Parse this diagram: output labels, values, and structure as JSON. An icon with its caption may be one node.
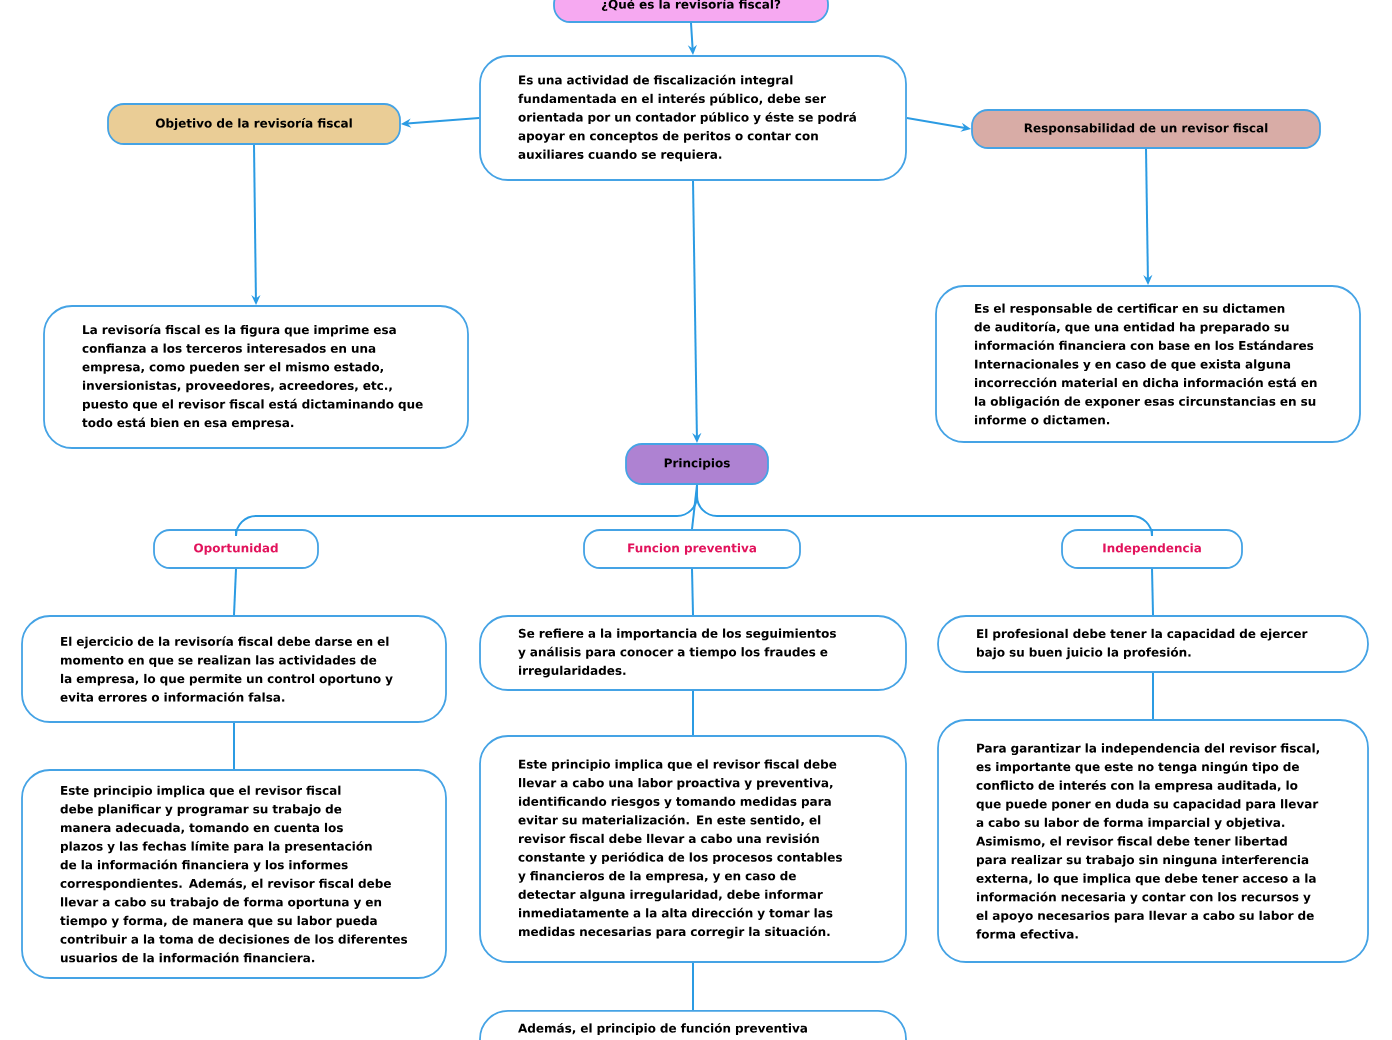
{
  "diagram": {
    "nodes": [
      {
        "text": [
          "¿Qué es la revisoría fiscal?"
        ]
      },
      {
        "text": [
          "Es una actividad de fiscalización integral fundamentada en el interés público, debe ser orientada por un contador público y éste se podrá apoyar en conceptos de peritos o contar con auxiliares cuando se requiera."
        ]
      },
      {
        "text": [
          "Objetivo de la revisoría fiscal"
        ]
      },
      {
        "text": [
          "Responsabilidad de un revisor fiscal"
        ]
      },
      {
        "text": [
          "La revisoría fiscal es la figura que imprime esa confianza a los terceros interesados en una empresa, como pueden ser el mismo estado, inversionistas, proveedores, acreedores, etc., puesto que el revisor fiscal está dictaminando que todo está bien en esa empresa."
        ]
      },
      {
        "text": [
          "Es el responsable de certificar en su dictamen de auditoría, que una entidad ha preparado su información financiera con base en los Estándares Internacionales y en caso de que exista alguna incorrección material en dicha información está en la obligación de exponer esas circunstancias en su informe o dictamen."
        ]
      },
      {
        "text": [
          "Principios"
        ]
      },
      {
        "text": [
          "Oportunidad"
        ]
      },
      {
        "text": [
          "Funcion preventiva"
        ]
      },
      {
        "text": [
          "Independencia"
        ]
      },
      {
        "text": [
          "El ejercicio de la revisoría fiscal debe darse en el momento en que se realizan las actividades de la empresa, lo que permite un control oportuno y evita errores o información falsa."
        ]
      },
      {
        "text": [
          "Este principio implica que el revisor fiscal debe planificar y programar su trabajo de manera adecuada, tomando en cuenta los plazos y las fechas límite para la presentación de la información financiera y los informes correspondientes. Además, el revisor fiscal debe llevar a cabo su trabajo de forma oportuna y en tiempo y forma, de manera que su labor pueda contribuir a la toma de decisiones de los diferentes usuarios de la información financiera."
        ]
      },
      {
        "text": [
          "Se refiere a la importancia de los seguimientos y análisis para conocer a tiempo los fraudes e irregularidades."
        ]
      },
      {
        "text": [
          "Este principio implica que el revisor fiscal debe llevar a cabo una labor proactiva y preventiva, identificando riesgos y tomando medidas para evitar su materialización. En este sentido, el revisor fiscal debe llevar a cabo una revisión constante y periódica de los procesos contables y financieros de la empresa, y en caso de detectar alguna irregularidad, debe informar inmediatamente a la alta dirección y tomar las medidas necesarias para corregir la situación."
        ]
      },
      {
        "text": [
          "Además, el principio de función preventiva"
        ]
      },
      {
        "text": [
          "El profesional debe tener la capacidad de ejercer bajo su buen juicio la profesión."
        ]
      },
      {
        "text": [
          "Para garantizar la independencia del revisor fiscal, es importante que este no tenga ningún tipo de conflicto de interés con la empresa auditada, lo que puede poner en duda su capacidad para llevar a cabo su labor de forma imparcial y objetiva. Asimismo, el revisor fiscal debe tener libertad para realizar su trabajo sin ninguna interferencia externa, lo que implica que debe tener acceso a la información necesaria y contar con los recursos y el apoyo necesarios para llevar a cabo su labor de forma efectiva."
        ]
      }
    ],
    "edges": [
      {
        "from": 0,
        "to": 1,
        "arrow": "to"
      },
      {
        "from": 1,
        "to": 2,
        "arrow": "to"
      },
      {
        "from": 1,
        "to": 3,
        "arrow": "to"
      },
      {
        "from": 2,
        "to": 4,
        "arrow": "to"
      },
      {
        "from": 3,
        "to": 5,
        "arrow": "to"
      },
      {
        "from": 1,
        "to": 6,
        "arrow": "to"
      },
      {
        "from": 6,
        "to": 7,
        "arrow": "none"
      },
      {
        "from": 6,
        "to": 8,
        "arrow": "none"
      },
      {
        "from": 6,
        "to": 9,
        "arrow": "none"
      },
      {
        "from": 7,
        "to": 10,
        "arrow": "none"
      },
      {
        "from": 10,
        "to": 11,
        "arrow": "none"
      },
      {
        "from": 8,
        "to": 12,
        "arrow": "none"
      },
      {
        "from": 12,
        "to": 13,
        "arrow": "none"
      },
      {
        "from": 13,
        "to": 14,
        "arrow": "none"
      },
      {
        "from": 9,
        "to": 15,
        "arrow": "none"
      },
      {
        "from": 15,
        "to": 16,
        "arrow": "none"
      }
    ]
  }
}
